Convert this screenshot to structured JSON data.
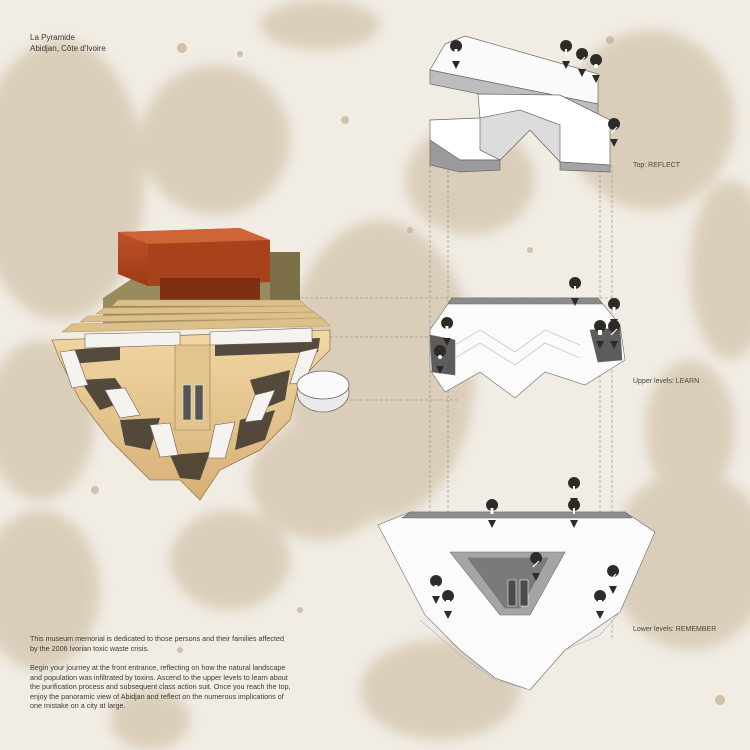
{
  "project": {
    "title": "La Pyramide",
    "location": "Abidjan, Côte d'Ivoire"
  },
  "levels": {
    "top": "Top: REFLECT",
    "upper": "Upper levels: LEARN",
    "lower": "Lower levels: REMEMBER"
  },
  "description": {
    "paragraph_1": "This museum memorial is dedicated to those persons and their families affected by the 2006 Ivorian toxic waste crisis.",
    "paragraph_2": "Begin your journey at the front entrance, reflecting on how the natural landscape and population was infiltrated by toxins. Ascend to the upper levels to learn  about the purification process and subsequent class action suit. Once you reach the top, enjoy the panoramic view of Abidjan and reflect on the numerous implications of one mistake on a city at large."
  },
  "colors": {
    "paper": "#f1ece4",
    "stain": "#c9b79a",
    "roof_red": "#b5471f",
    "wood": "#e8c98f",
    "plan_white": "#ffffff",
    "plan_shadow": "#8a8a8a",
    "marker": "#2e2a27"
  },
  "icons": [
    "restaurant-icon",
    "info-icon",
    "no-entry-icon",
    "restroom-icon",
    "elevator-icon"
  ]
}
